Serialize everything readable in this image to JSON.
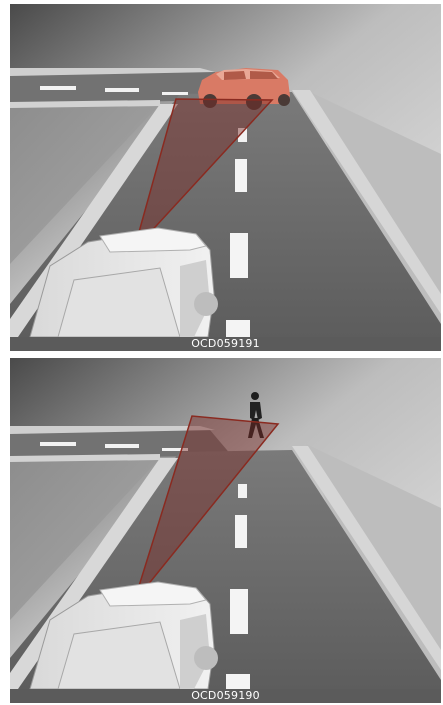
{
  "figures": [
    {
      "caption": "OCD059191",
      "target": "vehicle"
    },
    {
      "caption": "OCD059190",
      "target": "pedestrian"
    }
  ],
  "colors": {
    "detection_fill": "#7a2a26",
    "detection_stroke": "#8a2a20",
    "target_vehicle": "#d97a65",
    "road": "#6e6e6e",
    "sky": "#cfcfcf"
  }
}
